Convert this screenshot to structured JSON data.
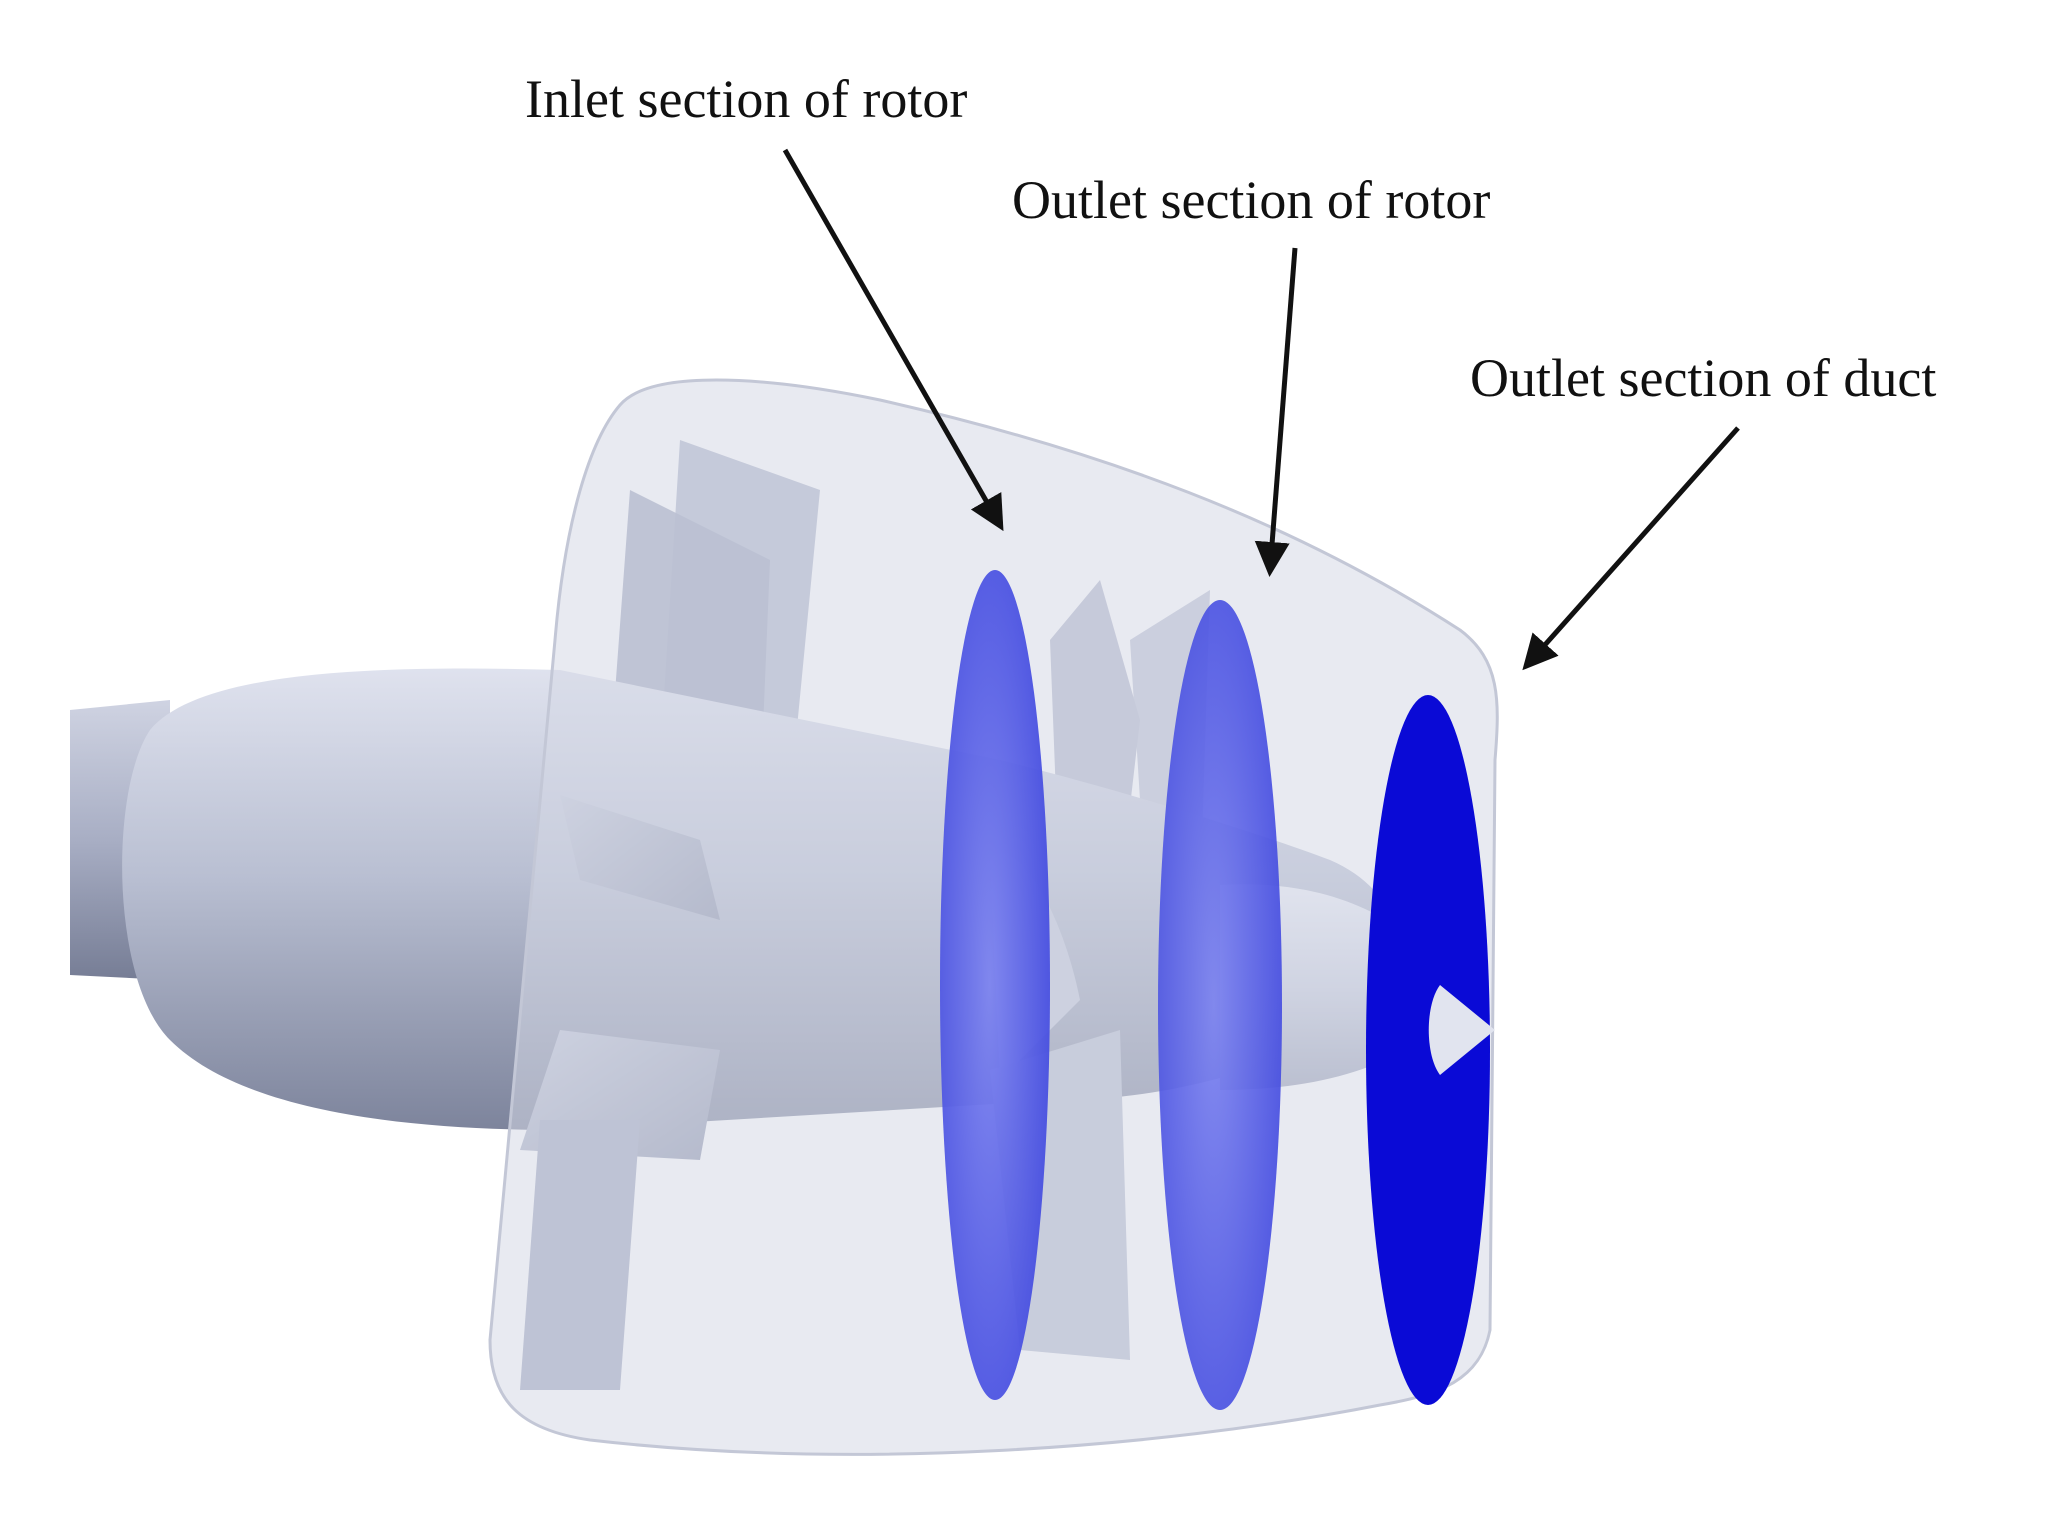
{
  "labels": {
    "inlet_rotor": "Inlet section of rotor",
    "outlet_rotor": "Outlet section of rotor",
    "outlet_duct": "Outlet section of duct"
  },
  "colors": {
    "background": "#ffffff",
    "section_plane_light": "#4a52e8",
    "section_plane_dark": "#0a0ad6",
    "duct_shell": "#d6d9e6",
    "hub_body": "#b7bccc",
    "blade": "#a6adc4",
    "arrow": "#111111",
    "text": "#111111"
  }
}
